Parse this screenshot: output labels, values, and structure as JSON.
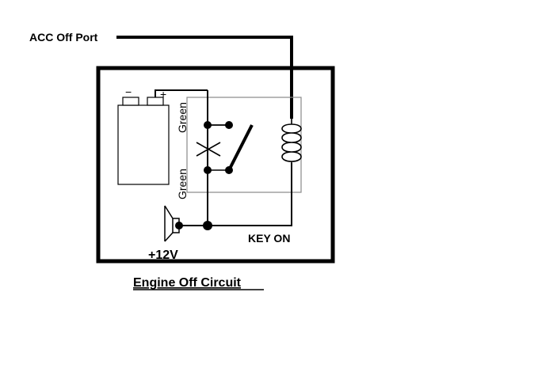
{
  "labels": {
    "acc_port": "ACC Off Port",
    "key_on": "KEY ON",
    "supply": "+12V",
    "wire_top": "Green",
    "wire_bottom": "Green",
    "battery_neg": "−",
    "battery_pos": "+",
    "title": "Engine Off Circuit"
  },
  "colors": {
    "ink": "#000000",
    "relay_outline": "#888888",
    "background": "#ffffff"
  }
}
